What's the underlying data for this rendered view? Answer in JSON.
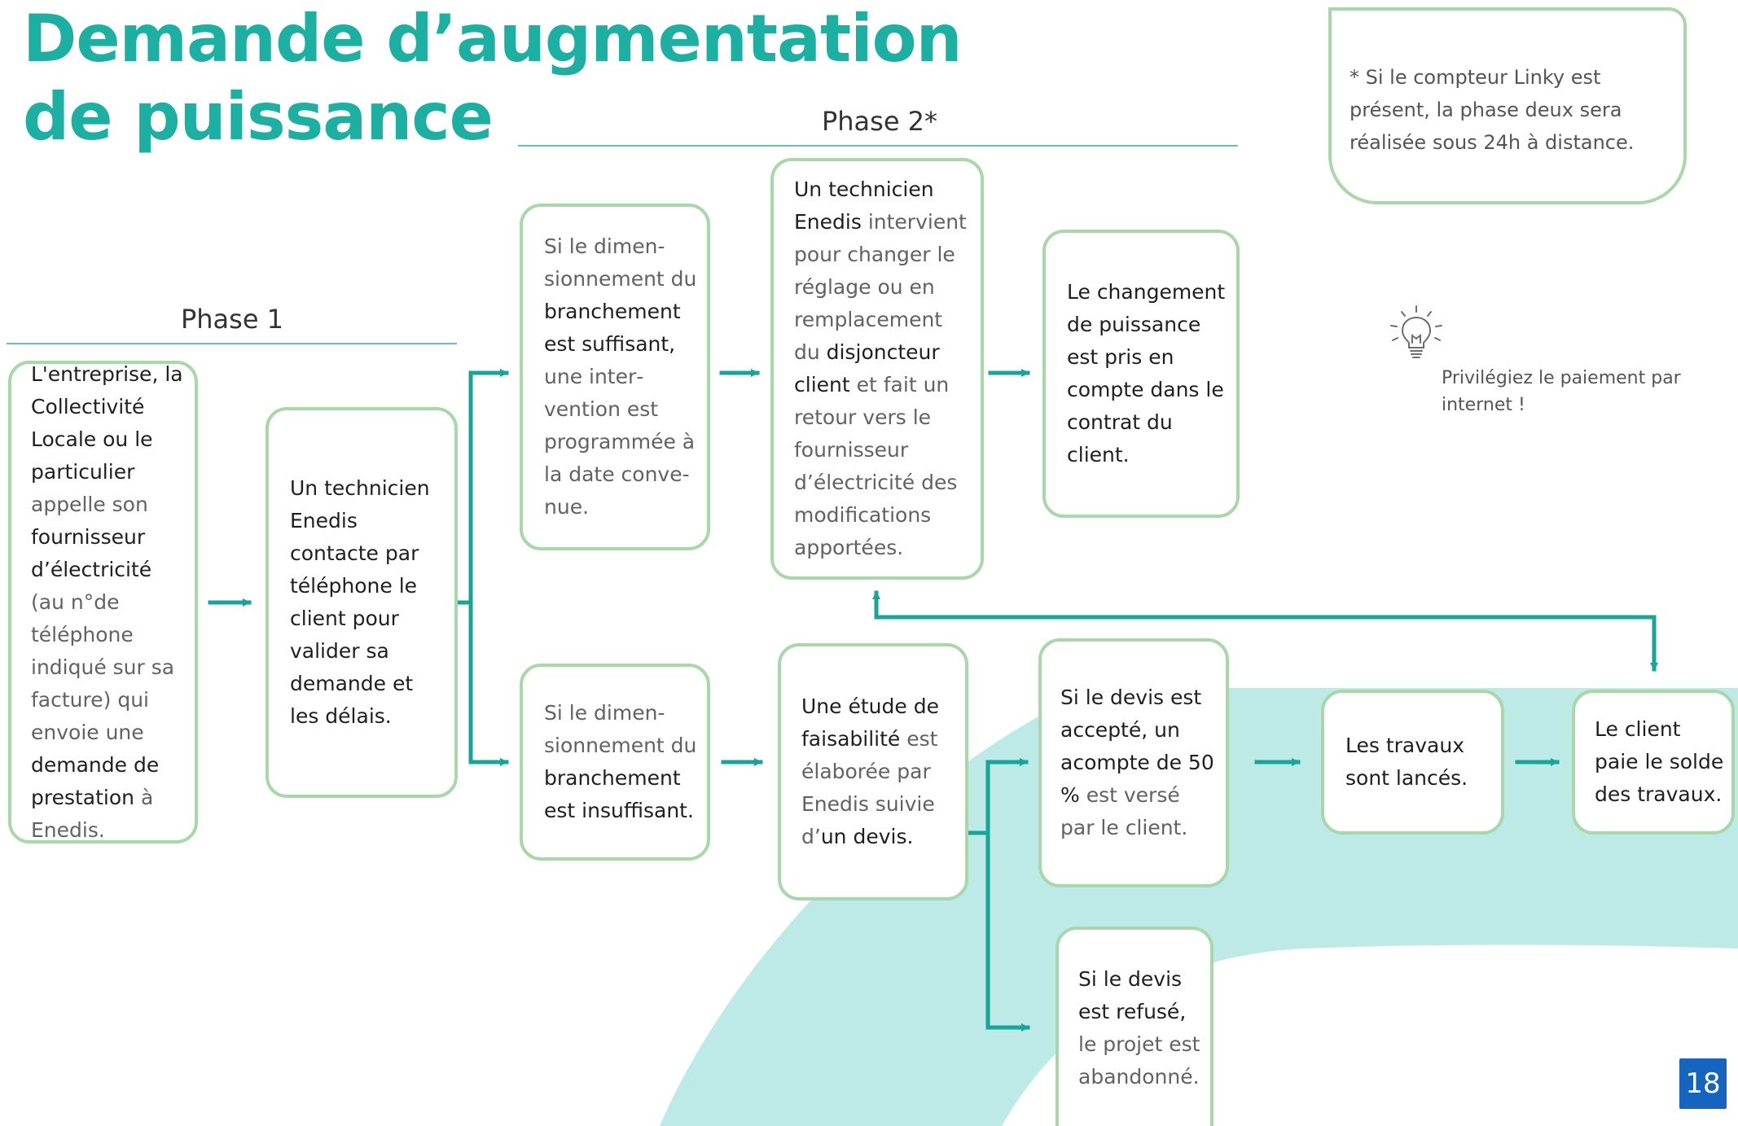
{
  "title": {
    "line1": "Demande d’augmentation",
    "line2": "de puissance"
  },
  "phase1": {
    "label": "Phase 1"
  },
  "phase2": {
    "label": "Phase 2*"
  },
  "note": {
    "text": "* Si le compteur Linky est présent, la phase deux sera réalisée sous 24h à distance."
  },
  "tip": {
    "icon": "lightbulb-icon",
    "text": "Privilégiez le paiement par internet !"
  },
  "page_number": "18",
  "colors": {
    "title": "#1cb0a3",
    "box_border": "#a8d8a8",
    "arrow": "#17a598",
    "wave": "#bdeae6",
    "page_badge": "#1565c0"
  },
  "steps": {
    "client_call": {
      "segments": [
        {
          "t": "L'entreprise, la Collectivité Locale ou le particulier",
          "b": true
        },
        {
          "t": " appelle son ",
          "b": false
        },
        {
          "t": "fournisseur d’électricité",
          "b": true
        },
        {
          "t": " (au n°de téléphone indiqué sur sa facture) qui envoie une ",
          "b": false
        },
        {
          "t": "demande de prestation",
          "b": true
        },
        {
          "t": " à Enedis.",
          "b": false
        }
      ]
    },
    "technician_contact": {
      "segments": [
        {
          "t": "Un technicien Enedis contacte par téléphone le client pour valider sa demande et les délais.",
          "b": true
        }
      ]
    },
    "sizing_sufficient": {
      "segments": [
        {
          "t": "Si le dimen­sionnement du ",
          "b": false
        },
        {
          "t": "branchement est suffisant,",
          "b": true
        },
        {
          "t": " une inter­vention est programmée à la date conve­nue.",
          "b": false
        }
      ]
    },
    "technician_intervention": {
      "segments": [
        {
          "t": "Un technicien Enedis",
          "b": true
        },
        {
          "t": " intervient pour changer le réglage ou en remplacement du ",
          "b": false
        },
        {
          "t": "disjoncteur client",
          "b": true
        },
        {
          "t": " et fait un retour vers le fournisseur d’électricité des modifications apportées.",
          "b": false
        }
      ]
    },
    "power_change": {
      "segments": [
        {
          "t": "Le changement de puissance est pris en compte dans le contrat du client.",
          "b": true
        }
      ]
    },
    "sizing_insufficient": {
      "segments": [
        {
          "t": "Si le dimen­sionnement du ",
          "b": false
        },
        {
          "t": "branchement est insuffisant.",
          "b": true
        }
      ]
    },
    "feasibility_study": {
      "segments": [
        {
          "t": "Une étude de faisabilité",
          "b": true
        },
        {
          "t": " est élaborée par Enedis suivie d’",
          "b": false
        },
        {
          "t": "un devis.",
          "b": true
        }
      ]
    },
    "quote_accepted": {
      "segments": [
        {
          "t": "Si le devis est accepté, un acompte de 50 %",
          "b": true
        },
        {
          "t": " est versé par le client.",
          "b": false
        }
      ]
    },
    "quote_refused": {
      "segments": [
        {
          "t": "Si le devis est refusé,",
          "b": true
        },
        {
          "t": " le projet est aban­donné.",
          "b": false
        }
      ]
    },
    "works_launched": {
      "segments": [
        {
          "t": "Les travaux sont lancés.",
          "b": true
        }
      ]
    },
    "client_pays": {
      "segments": [
        {
          "t": "Le client paie le solde des travaux.",
          "b": true
        }
      ]
    }
  }
}
